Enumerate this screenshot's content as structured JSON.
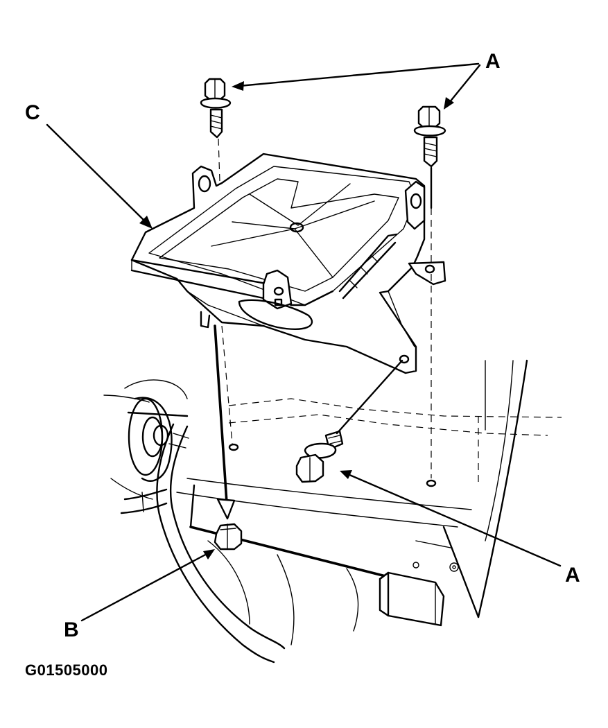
{
  "figure_code": "G01505000",
  "callouts": {
    "a_top": "A",
    "a_bottom": "A",
    "b": "B",
    "c": "C"
  },
  "colors": {
    "ink": "#000000",
    "paper": "#ffffff"
  }
}
